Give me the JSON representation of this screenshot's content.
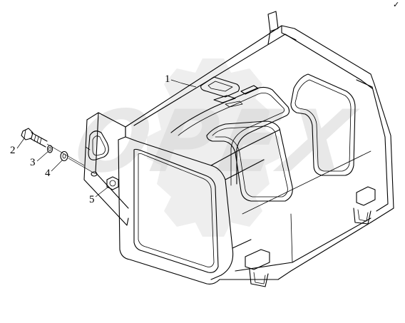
{
  "diagram": {
    "watermark_text": "OPEX",
    "callouts": [
      {
        "id": "1",
        "label": "1"
      },
      {
        "id": "2",
        "label": "2"
      },
      {
        "id": "3",
        "label": "3"
      },
      {
        "id": "4",
        "label": "4"
      },
      {
        "id": "5",
        "label": "5"
      }
    ],
    "corner_mark": "✓"
  }
}
